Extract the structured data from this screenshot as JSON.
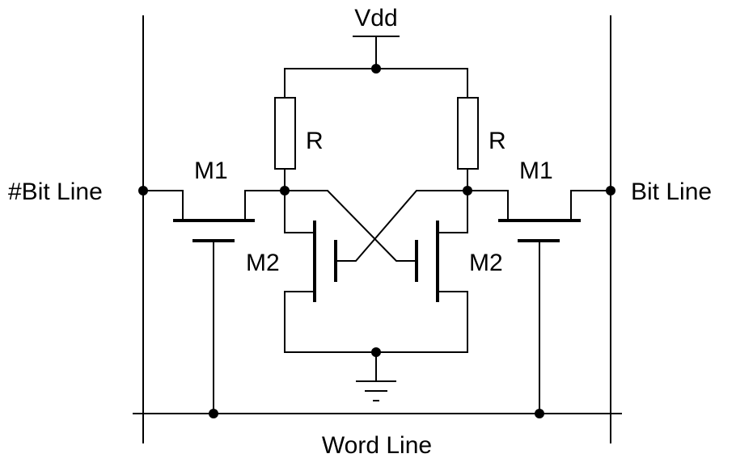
{
  "labels": {
    "vdd": "Vdd",
    "resistor_left": "R",
    "resistor_right": "R",
    "m1_left": "M1",
    "m1_right": "M1",
    "m2_left": "M2",
    "m2_right": "M2",
    "bit_line_left": "#Bit Line",
    "bit_line_right": "Bit Line",
    "word_line": "Word Line"
  }
}
